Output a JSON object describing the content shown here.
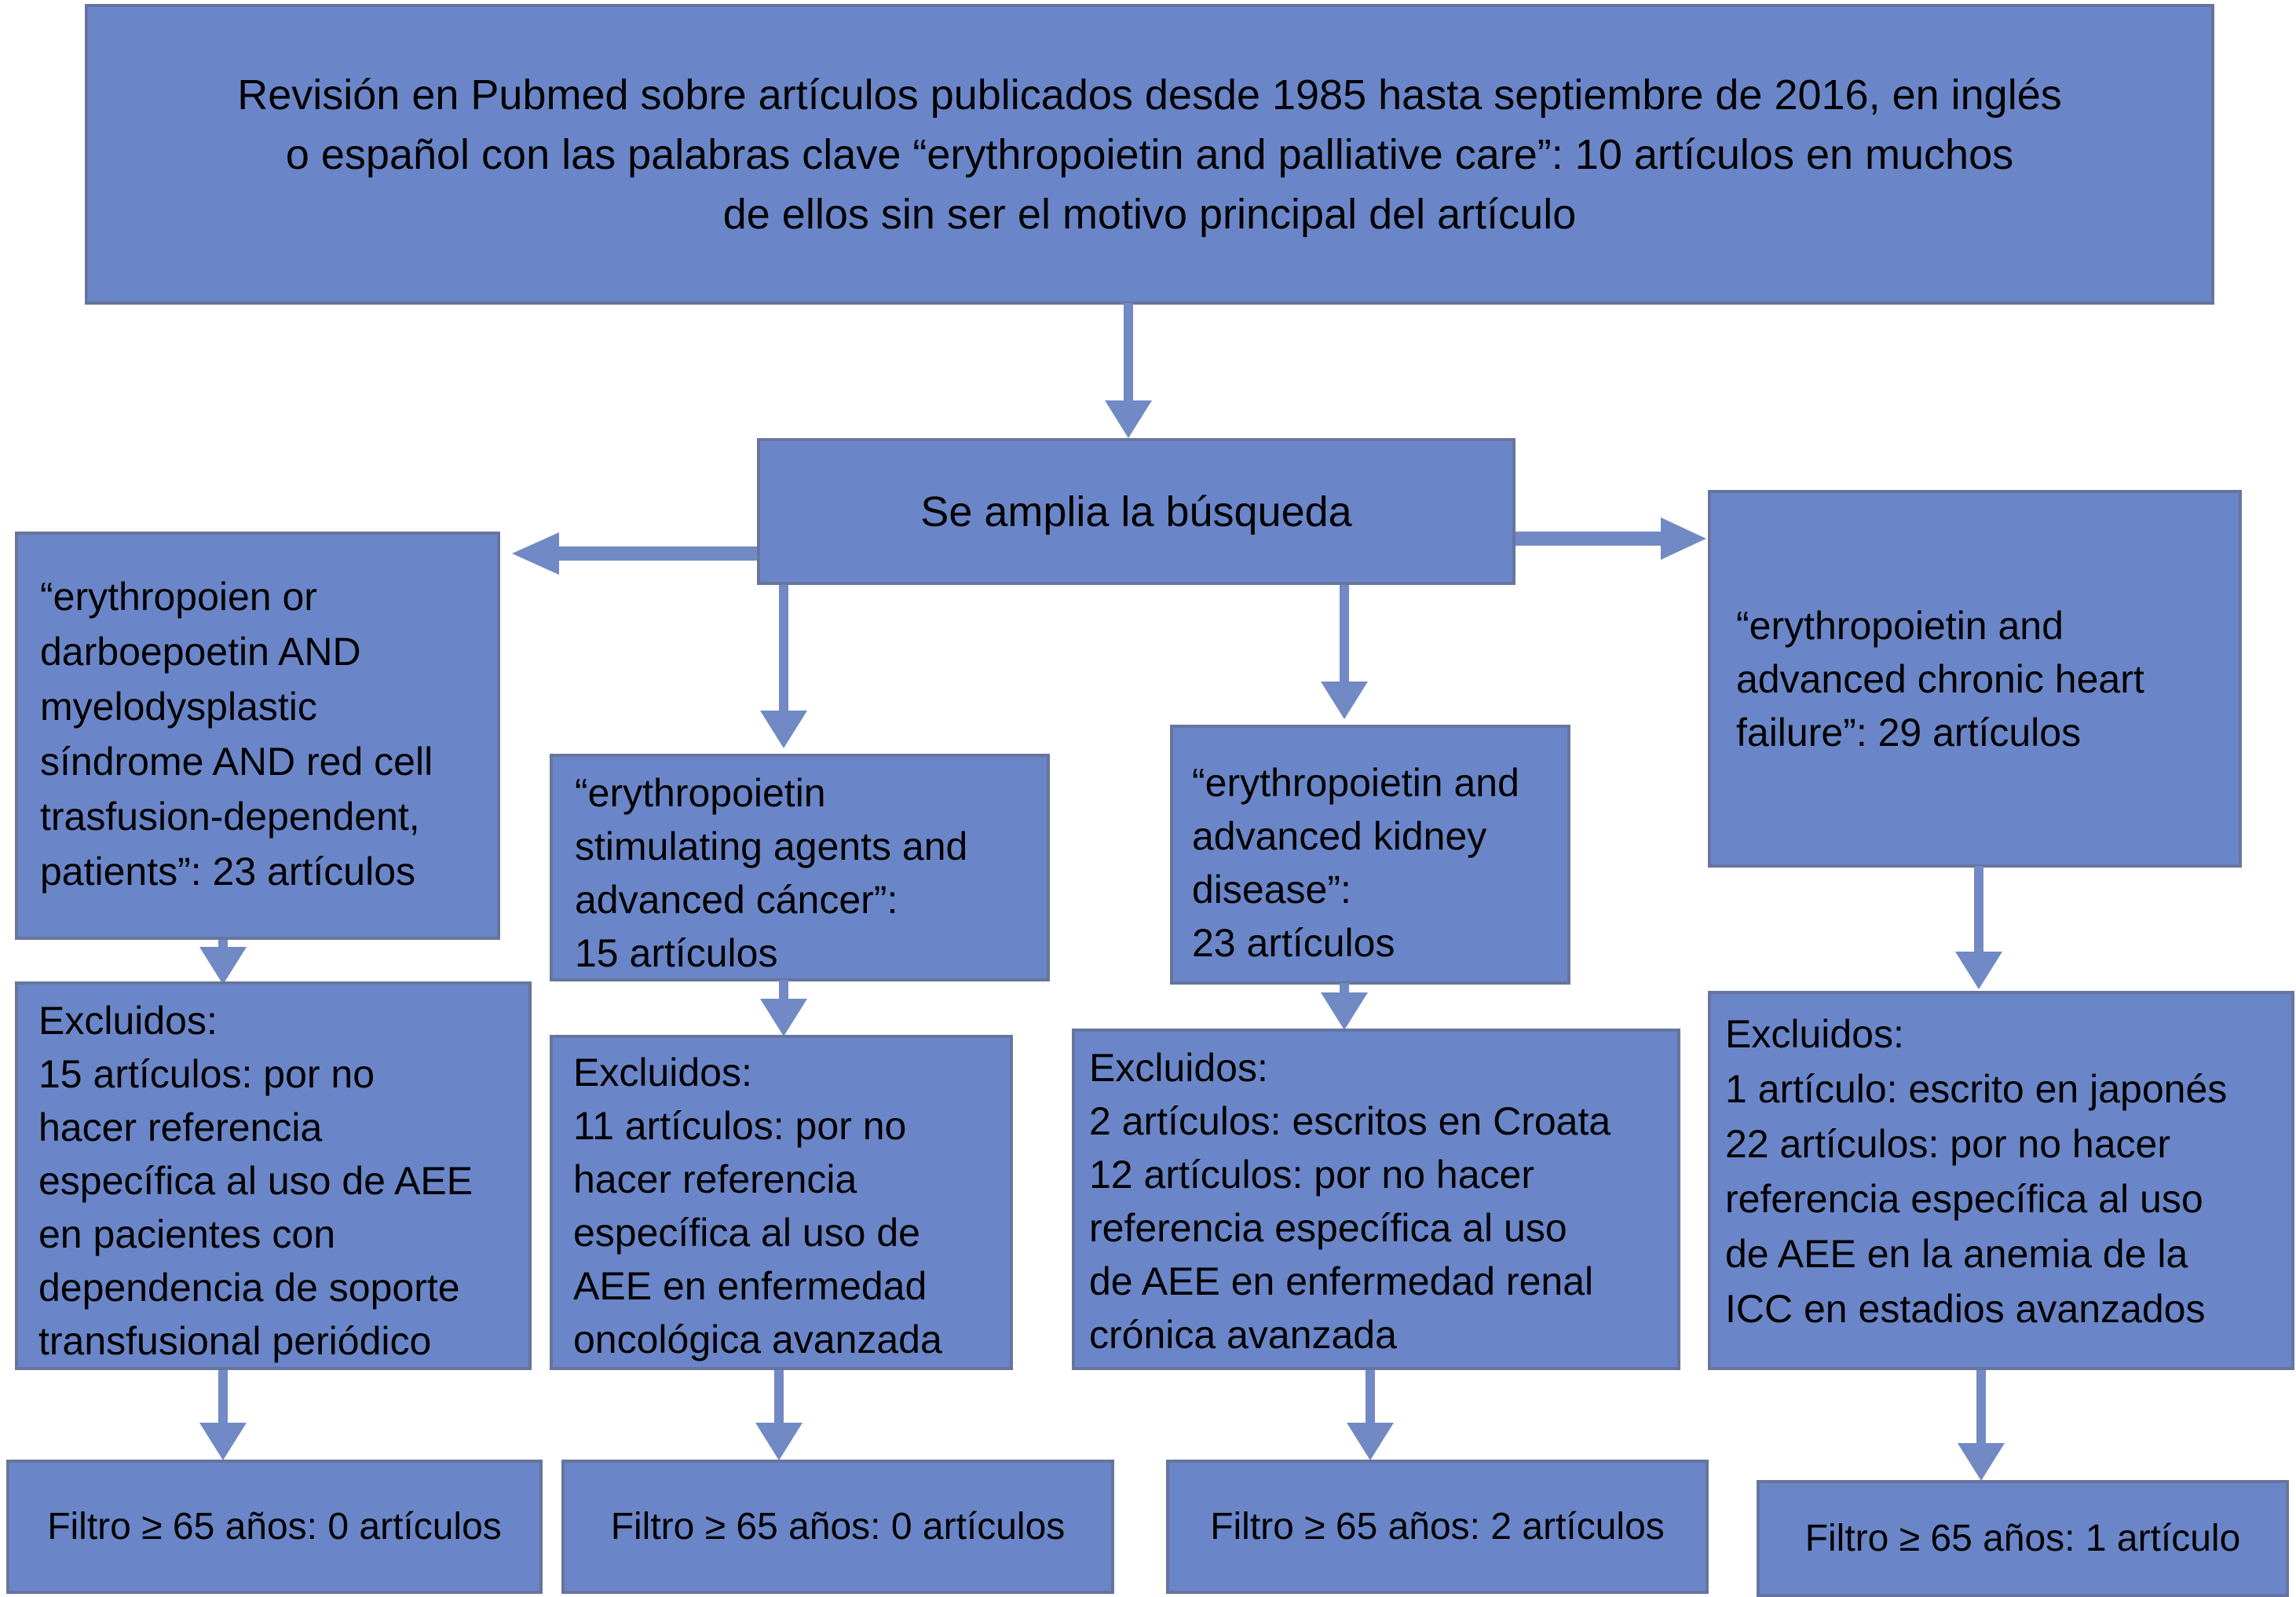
{
  "colors": {
    "box_fill": "#6A86C8",
    "box_border": "#67759E",
    "arrow": "#7189C4",
    "ink": "#000000",
    "bg": "#FFFFFF"
  },
  "flow": {
    "top_box": "Revisión en Pubmed sobre artículos publicados desde 1985 hasta septiembre de 2016, en inglés\no español con las palabras clave “erythropoietin and palliative care”: 10 artículos en muchos\nde ellos sin ser el motivo principal del artículo",
    "expand_box": "Se amplia la búsqueda",
    "branches": [
      {
        "query": "“erythropoien or\ndarboepoetin AND\nmyelodysplastic\nsíndrome AND red cell\ntrasfusion-dependent,\npatients”: 23 artículos",
        "excluded": "Excluidos:\n15 artículos: por no\nhacer referencia\nespecífica al uso de AEE\nen pacientes con\ndependencia de soporte\ntransfusional periódico",
        "filter": "Filtro ≥ 65 años: 0 artículos"
      },
      {
        "query": "“erythropoietin\nstimulating agents and\nadvanced cáncer”:\n15 artículos",
        "excluded": "Excluidos:\n11 artículos: por no\nhacer referencia\nespecífica al uso de\nAEE en enfermedad\noncológica avanzada",
        "filter": "Filtro ≥ 65 años: 0 artículos"
      },
      {
        "query": "“erythropoietin and\nadvanced kidney\ndisease”:\n23 artículos",
        "excluded": "Excluidos:\n2 artículos: escritos en Croata\n12 artículos: por no hacer\nreferencia específica al uso\nde AEE en enfermedad renal\ncrónica avanzada",
        "filter": "Filtro ≥ 65 años: 2 artículos"
      },
      {
        "query": "“erythropoietin and\nadvanced chronic heart\nfailure”: 29 artículos",
        "excluded": "Excluidos:\n1 artículo: escrito en japonés\n22 artículos: por no hacer\nreferencia específica al uso\nde AEE en la anemia de la\nICC en estadios avanzados",
        "filter": "Filtro ≥ 65 años: 1 artículo"
      }
    ]
  }
}
